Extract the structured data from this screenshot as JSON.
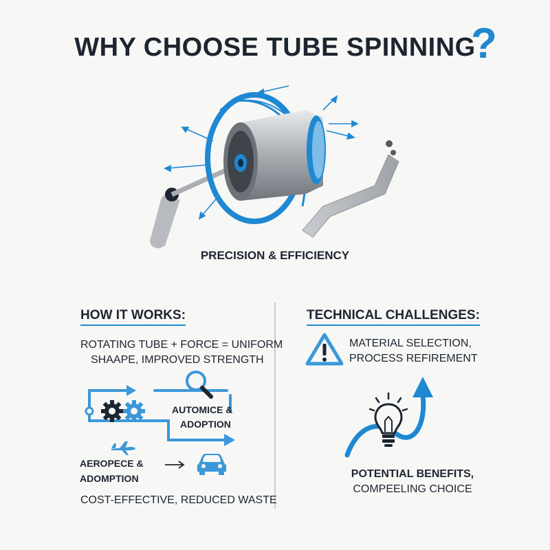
{
  "header": {
    "title": "WHY CHOOSE TUBE SPINNING",
    "question_mark": "?"
  },
  "hero": {
    "caption": "PRECISION & EFFICIENCY"
  },
  "how_it_works": {
    "heading": "HOW IT WORKS:",
    "description_line1": "ROTATING TUBE + FORCE = UNIFORM",
    "description_line2": "SHAAPE, IMPROVED STRENGTH",
    "automation_line1": "AUTOMICE &",
    "automation_line2": "ADOPTION",
    "aerospace_line1": "AEROPECE &",
    "aerospace_line2": "ADOMPTION",
    "footer": "COST-EFFECTIVE, REDUCED WASTE"
  },
  "technical_challenges": {
    "heading": "TECHNICAL CHALLENGES:",
    "line1": "MATERIAL SELECTION,",
    "line2": "PROCESS REFIREMENT",
    "benefits_line1": "POTENTIAL BENEFITS,",
    "benefits_line2": "COMPEELING CHOICE"
  },
  "colors": {
    "accent": "#1e88d2",
    "text": "#1c2530",
    "gray": "#b7bbbf"
  },
  "icons": [
    "spinning-tube-icon",
    "gears-icon",
    "magnifier-icon",
    "airplane-icon",
    "car-icon",
    "warning-icon",
    "lightbulb-icon",
    "growth-arrow-icon"
  ]
}
